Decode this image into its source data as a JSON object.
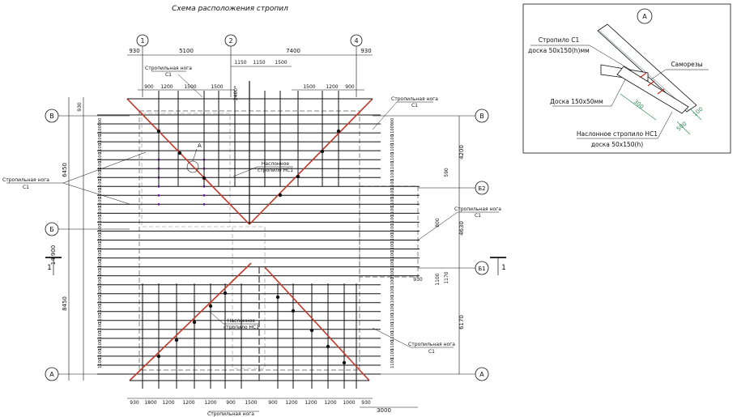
{
  "title": "Схема расположения стропил",
  "axes": {
    "vertical": [
      "1",
      "2",
      "4"
    ],
    "horizontal_left": [
      "В",
      "Б",
      "А"
    ],
    "horizontal_right": [
      "В",
      "Б2",
      "Б1",
      "А"
    ]
  },
  "top_dims": [
    "930",
    "5100",
    "7400",
    "930"
  ],
  "top_sub_dims": [
    "1150",
    "1150",
    "1500"
  ],
  "top_row_dims": [
    "900",
    "1200",
    "1500",
    "1500",
    "1500",
    "1200",
    "900"
  ],
  "vertical_dim_2400": "2400*",
  "left_dims": [
    "930",
    "6450",
    "14 900",
    "8450"
  ],
  "left_spacing_labels": [
    "900",
    "1100",
    "1100",
    "1100",
    "1100",
    "1100",
    "1100",
    "1100",
    "1100",
    "1100",
    "1100",
    "1100",
    "1100",
    "1100",
    "1100",
    "1100",
    "1100",
    "1100",
    "1100",
    "1100",
    "1100",
    "1100",
    "1100",
    "1100",
    "1100",
    "1100",
    "1100",
    "1100"
  ],
  "right_dims": [
    "4200",
    "4630",
    "6170",
    "930",
    "590",
    "800",
    "1170",
    "1100"
  ],
  "bottom_dims": [
    "930",
    "1800",
    "1200",
    "1200",
    "1200",
    "900",
    "1500",
    "900",
    "1200",
    "1200",
    "1200",
    "1000",
    "930"
  ],
  "bottom_extra": "3000",
  "labels": {
    "strop_noga_c1_top": [
      "Стропильная нога",
      "С1"
    ],
    "strop_noga_c1_right_top": [
      "Стропильная нога",
      "С1"
    ],
    "strop_noga_c1_left": [
      "Стропильная нога",
      "С1"
    ],
    "strop_noga_c1_right_mid": [
      "Стропильная нога",
      "С1"
    ],
    "strop_noga_c1_right_bot": [
      "Стропильная нога",
      "С1"
    ],
    "naslon_top": [
      "Наслонное",
      "стропило НС1"
    ],
    "naslon_bot": [
      "Наслонное",
      "стропило НС1"
    ],
    "bottom_cut": "Стропильная нога",
    "node_A": "А",
    "section_1_left": "1",
    "section_1_right": "1"
  },
  "detail": {
    "marker": "А",
    "rafter_c1": [
      "Стропило С1",
      "доска 50х150(h)мм"
    ],
    "screws": "Саморезы",
    "board": "Доска 150х50мм",
    "naslon": [
      "Наслонное стропило НС1",
      "доска 50х150(h)"
    ],
    "dims": [
      "300",
      "500",
      "100"
    ]
  },
  "colors": {
    "hip": "#c0392b",
    "lines": "#111111",
    "dim_green": "#2e8b57",
    "dots": "#6a1b9a"
  }
}
